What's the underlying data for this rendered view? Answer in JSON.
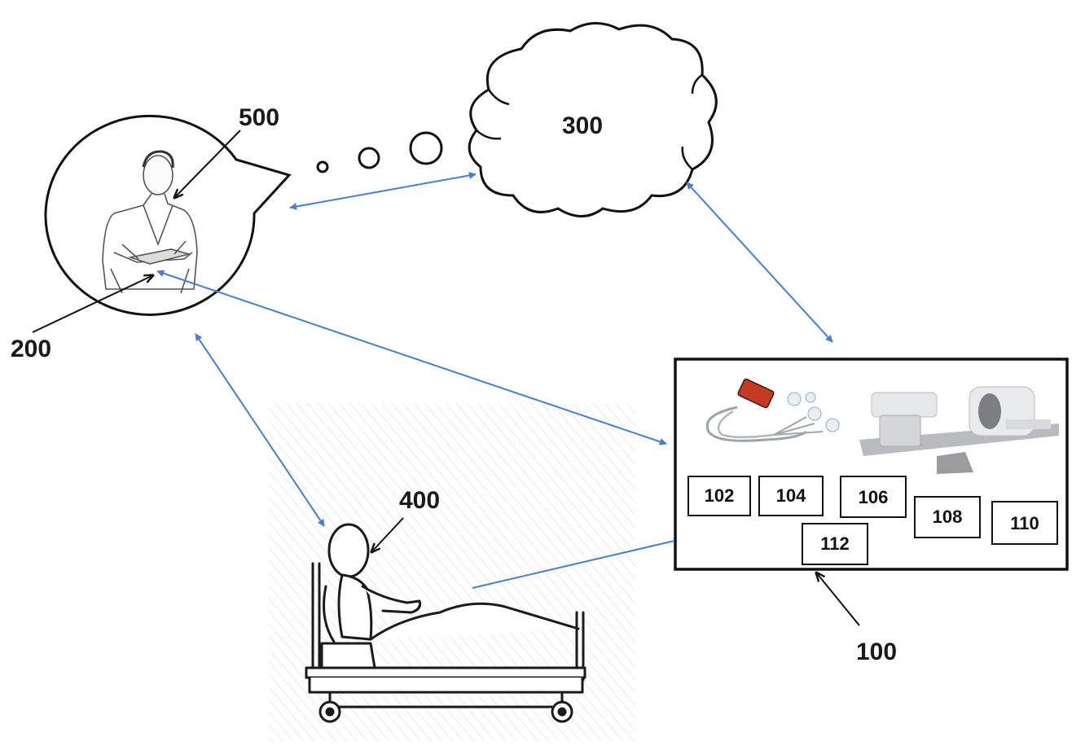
{
  "labels": {
    "system": "100",
    "device": "200",
    "cloud": "300",
    "patient": "400",
    "clinician": "500"
  },
  "modules": [
    "102",
    "104",
    "106",
    "108",
    "110",
    "112"
  ],
  "colors": {
    "connector": "#4a7ec8",
    "outline": "#111111"
  }
}
